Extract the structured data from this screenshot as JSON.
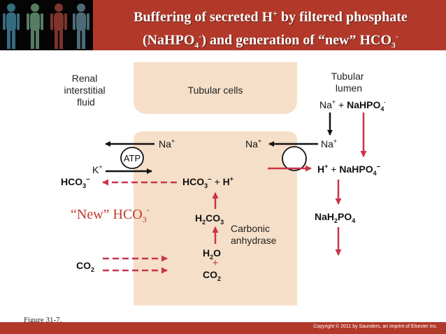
{
  "header": {
    "title_line1": "Buffering of secreted H",
    "title_line1_sup": "+",
    "title_line1_end": " by filtered phosphate",
    "title_line2_a": "(NaHPO",
    "title_line2_sub": "4",
    "title_line2_sup": "-",
    "title_line2_b": ") and generation of “new”  HCO",
    "title_line2_sub2": "3",
    "title_line2_sup2": "-"
  },
  "diagram": {
    "renal_interstitial": [
      "Renal",
      "interstitial",
      "fluid"
    ],
    "tubular_cells": "Tubular cells",
    "tubular_lumen": [
      "Tubular",
      "lumen"
    ],
    "na_nahpo4_top": {
      "na": "Na",
      "sup": "+",
      "plus": " + ",
      "nahpo": "NaHPO",
      "sub": "4",
      "charge": "–"
    },
    "atp": "ATP",
    "na_left": "Na",
    "na_left_sup": "+",
    "na_mid": "Na",
    "na_mid_sup": "+",
    "na_right": "Na",
    "na_right_sup": "+",
    "k": "K",
    "k_sup": "+",
    "hco3_left": {
      "text": "HCO",
      "sub": "3",
      "charge": "–"
    },
    "hco3_h": {
      "text": "HCO",
      "sub": "3",
      "charge": "–",
      "plus": " + ",
      "h": "H",
      "h_sup": "+"
    },
    "h_nahpo4": {
      "h": "H",
      "h_sup": "+",
      "plus": " + ",
      "nahpo": "NaHPO",
      "sub": "4",
      "charge": "–"
    },
    "new_hco3": {
      "text": "“New”  HCO",
      "sub": "3",
      "sup": "-"
    },
    "h2co3": {
      "a": "H",
      "sub1": "2",
      "b": "CO",
      "sub2": "3"
    },
    "carbonic_anhydrase": [
      "Carbonic",
      "anhydrase"
    ],
    "nah2po4": {
      "a": "NaH",
      "sub1": "2",
      "b": "PO",
      "sub2": "4"
    },
    "h2o": {
      "a": "H",
      "sub": "2",
      "b": "O"
    },
    "plus_sign": "+",
    "co2_left": {
      "a": "CO",
      "sub": "2"
    },
    "co2_bottom": {
      "a": "CO",
      "sub": "2"
    }
  },
  "figure_caption": "Figure 31-7.",
  "copyright": "Copyright © 2011 by Saunders, an imprint of Elsevier Inc.",
  "colors": {
    "header_red": "#b2392a",
    "arrow_red": "#c8334a",
    "cell_fill": "#f6dfc8",
    "new_label": "#c0392b"
  }
}
